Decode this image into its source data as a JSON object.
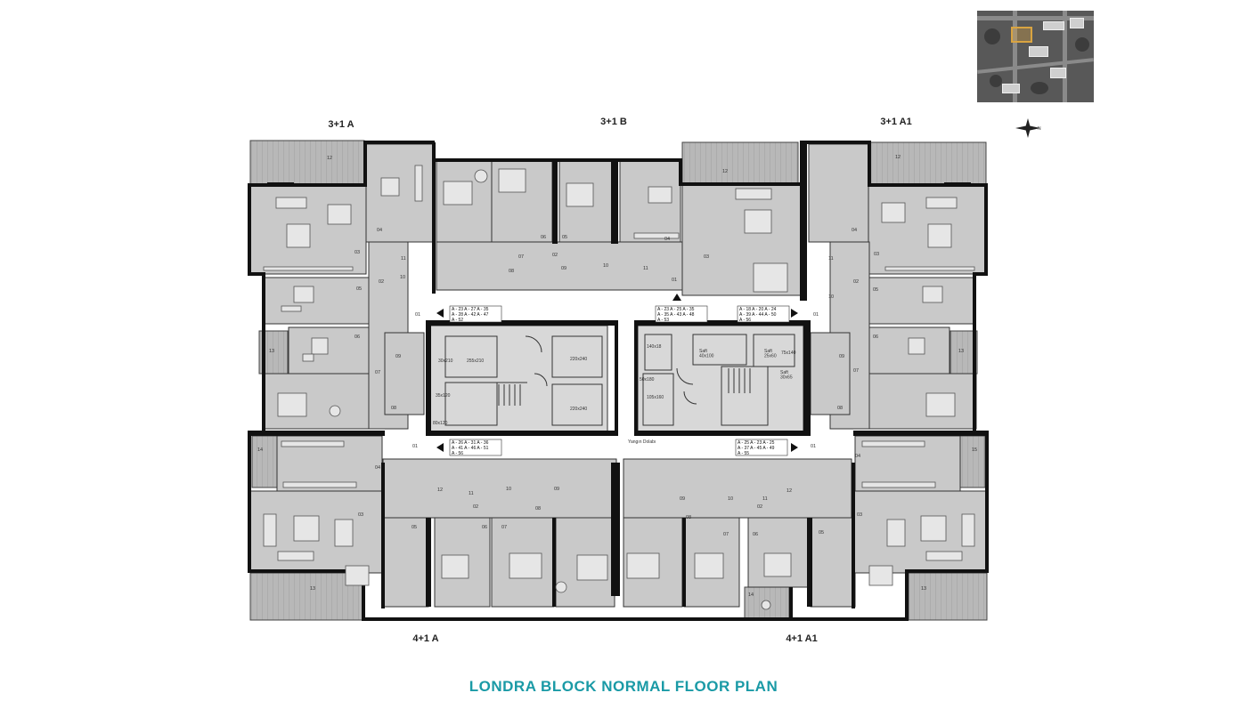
{
  "title": "LONDRA BLOCK NORMAL FLOOR PLAN",
  "colors": {
    "title": "#1a9aa6",
    "room_fill": "#c9c9c9",
    "wall": "#111111",
    "terrace": "#b3b3b3",
    "highlight": "#d9a441"
  },
  "compass_icon": "north-arrow-icon",
  "compass_label": "N",
  "unit_labels": {
    "top_left": "3+1 A",
    "top_center": "3+1 B",
    "top_right": "3+1 A1",
    "bottom_left": "4+1 A",
    "bottom_right": "4+1 A1"
  },
  "room_numbers": {
    "terrace_tl": "12",
    "terrace_tc": "12",
    "terrace_tr": "12",
    "terrace_bl": "13",
    "terrace_br": "13",
    "side_l": "13",
    "side_r": "13",
    "side_l14": "14",
    "side_r15": "15",
    "bottom_14": "14",
    "living_tl": "03",
    "living_tc": "03",
    "living_tr": "03",
    "living_bl": "03",
    "living_br": "03",
    "kitchen_tl": "04",
    "kitchen_tr": "04",
    "kitchen_tc": "04",
    "kitchen_bl": "04",
    "kitchen_br": "04",
    "bed_l05": "05",
    "bed_r05": "05",
    "bed_l06": "06",
    "bed_r06": "06",
    "hall_l07": "07",
    "hall_r07": "07",
    "hall_tc07": "07",
    "tc_05": "05",
    "tc_06": "06",
    "tc_02": "02",
    "tc_08": "08",
    "tc_09": "09",
    "tc_10": "10",
    "tc_11": "11",
    "l_02": "02",
    "r_02": "02",
    "l_11": "11",
    "r_11": "11",
    "l_10": "10",
    "r_10": "10",
    "l_09": "09",
    "r_09": "09",
    "l_08": "08",
    "r_08": "08",
    "entry_tl": "01",
    "entry_tr": "01",
    "entry_bl": "01",
    "entry_br": "01",
    "entry_tc": "01",
    "bc_02a": "02",
    "bc_02b": "02",
    "bc_08a": "08",
    "bc_09a": "09",
    "bc_10a": "10",
    "bc_11a": "11",
    "bc_12a": "12",
    "bc_09b": "09",
    "bc_10b": "10",
    "bc_11b": "11",
    "bc_12b": "12",
    "bc_08b": "08",
    "bc_05a": "05",
    "bc_06a": "06",
    "bc_07a": "07",
    "bc_05b": "05",
    "bc_06b": "06",
    "bc_07b": "07"
  },
  "core_labels": {
    "shaft1": "30x210",
    "elev1": "255x210",
    "elev2": "220x240",
    "elev3": "220x240",
    "shaft2": "35x120",
    "shaft3": "80x120",
    "s1": "140x18",
    "s2": "50x180",
    "s3": "Saft\n40x100",
    "s4": "Saft\n25x60",
    "s5": "75x140",
    "s6": "Saft\n30x65",
    "s7": "105x160",
    "fire_cabinet": "Yangın Dolabı"
  },
  "apartment_codes": {
    "tl": [
      "A - 23  A - 27  A - 35",
      "A - 28  A - 42  A - 47",
      "A - 52"
    ],
    "tc": [
      "A - 23  A - 25  A - 35",
      "A - 35  A - 43  A - 48",
      "A - 53"
    ],
    "tr": [
      "A - 18  A - 20  A - 24",
      "A - 39  A - 44  A - 50",
      "A - 56"
    ],
    "bl": [
      "A - 26  A - 31  A - 36",
      "A - 41  A - 46  A - 51",
      "A - 56"
    ],
    "br": [
      "A - 25  A - 23  A - 25",
      "A - 37  A - 45  A - 49",
      "A - 55"
    ]
  }
}
